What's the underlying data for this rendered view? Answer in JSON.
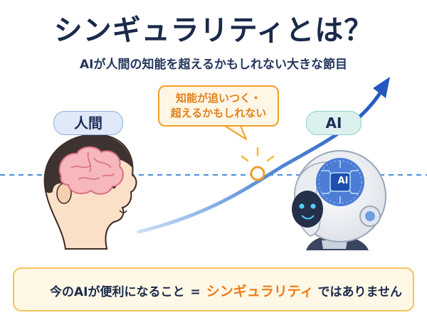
{
  "title": "シンギュラリティとは？",
  "subtitle": "AIが人間の知能を超えるかもしれない大きな節目",
  "labels": {
    "human": "人間",
    "ai": "AI"
  },
  "callout": {
    "line1": "知能が追いつく・",
    "line2": "超えるかもしれない"
  },
  "ai_chip": "AI",
  "bottom_note": {
    "part1": "今のAIが便利になること",
    "equals": "=",
    "highlight": "シンギュラリティ",
    "part2": "ではありません"
  },
  "colors": {
    "navy": "#1b2a4a",
    "arrow_blue": "#2a62c4",
    "orange": "#ee7b17",
    "callout_border": "#f0a02a",
    "dash_line": "#4a8fd8"
  },
  "icons": [
    "lightbulb-icon",
    "brain-icon",
    "robot-icon",
    "growth-arrow-icon",
    "spark-icon"
  ]
}
